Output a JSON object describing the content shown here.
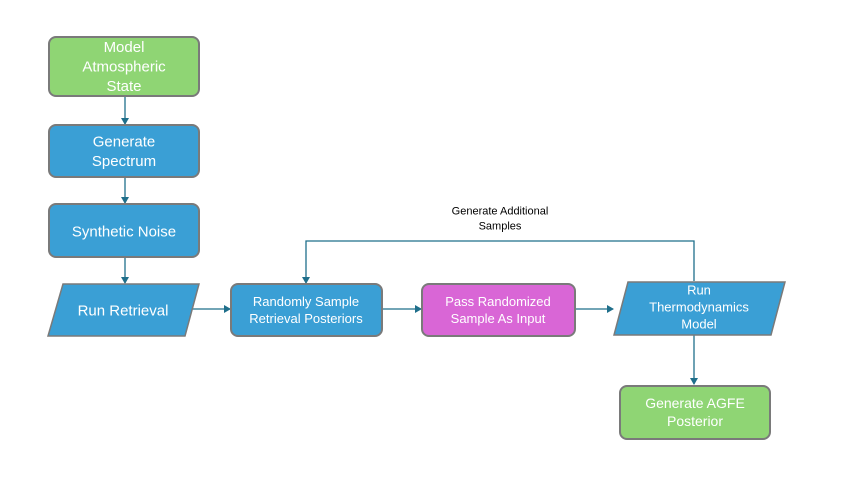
{
  "colors": {
    "green_fill": "#8fd574",
    "green_stroke": "#7a7a7a",
    "blue_fill": "#3a9fd5",
    "blue_stroke": "#7a7a7a",
    "magenta_fill": "#d966d6",
    "magenta_stroke": "#7a7a7a",
    "connector": "#1f6f8b",
    "node_text": "#ffffff",
    "edge_text": "#000000"
  },
  "nodes": {
    "model_state": {
      "label": "Model\nAtmospheric\nState"
    },
    "generate_spectrum": {
      "label": "Generate\nSpectrum"
    },
    "synthetic_noise": {
      "label": "Synthetic Noise"
    },
    "run_retrieval": {
      "label": "Run Retrieval"
    },
    "random_sample": {
      "label": "Randomly Sample\nRetrieval Posteriors"
    },
    "pass_input": {
      "label": "Pass Randomized\nSample As Input"
    },
    "thermo_model": {
      "label": "Run\nThermodynamics\nModel"
    },
    "agfe_posterior": {
      "label": "Generate AGFE\nPosterior"
    }
  },
  "edges": {
    "loop_label": "Generate Additional\nSamples"
  }
}
